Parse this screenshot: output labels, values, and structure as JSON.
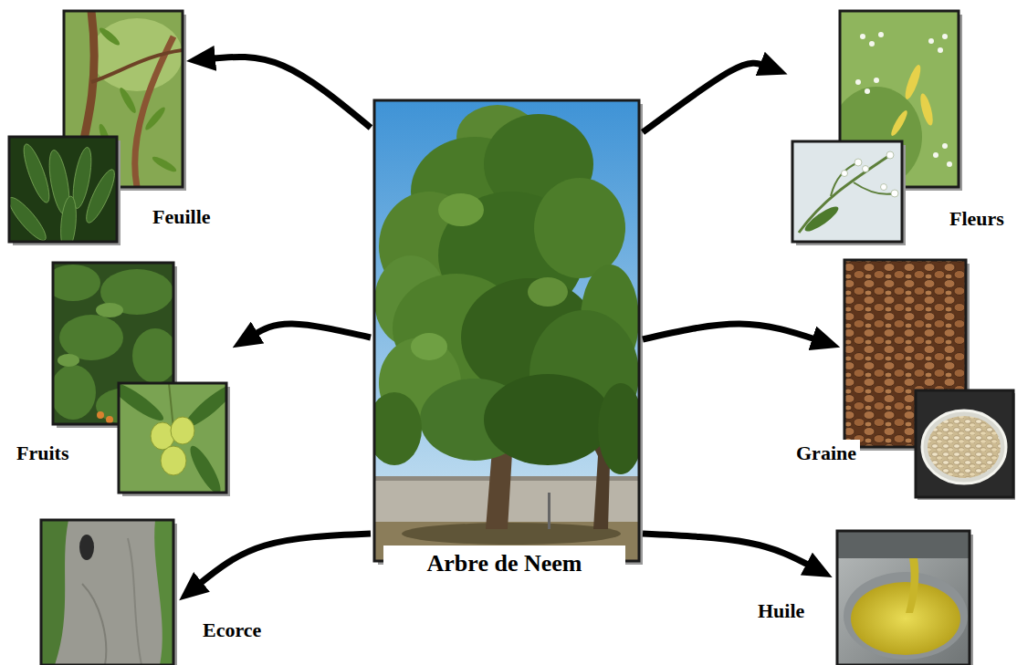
{
  "diagram": {
    "nodes": [
      {
        "text": [
          "Feuille"
        ]
      },
      {
        "text": [
          "Fleurs"
        ]
      },
      {
        "text": [
          "Arbre de Neem"
        ]
      },
      {
        "text": [
          "Fruits"
        ]
      },
      {
        "text": [
          "Graine"
        ]
      },
      {
        "text": [
          "Ecorce"
        ]
      },
      {
        "text": [
          "Huile"
        ]
      }
    ],
    "edges": [
      {
        "from": 2,
        "to": 0,
        "arrow": "to"
      },
      {
        "from": 2,
        "to": 1,
        "arrow": "to"
      },
      {
        "from": 2,
        "to": 3,
        "arrow": "to"
      },
      {
        "from": 2,
        "to": 4,
        "arrow": "to"
      },
      {
        "from": 2,
        "to": 5,
        "arrow": "to"
      },
      {
        "from": 2,
        "to": 6,
        "arrow": "to"
      }
    ]
  }
}
